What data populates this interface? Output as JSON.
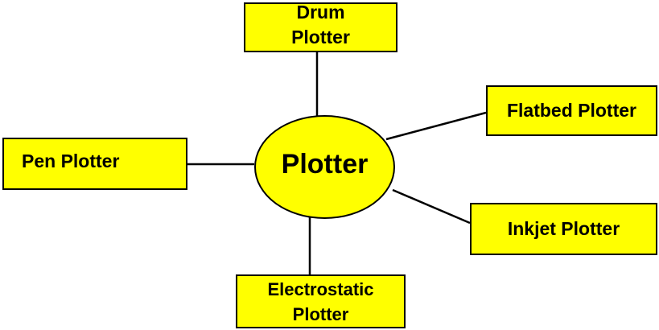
{
  "diagram": {
    "center": "Plotter",
    "nodes": {
      "drum": "Drum\nPlotter",
      "flatbed": "Flatbed Plotter",
      "pen": "Pen Plotter",
      "inkjet": "Inkjet Plotter",
      "electrostatic": "Electrostatic\nPlotter"
    }
  },
  "colors": {
    "fill": "#ffff00",
    "stroke": "#000000",
    "background": "#ffffff"
  }
}
